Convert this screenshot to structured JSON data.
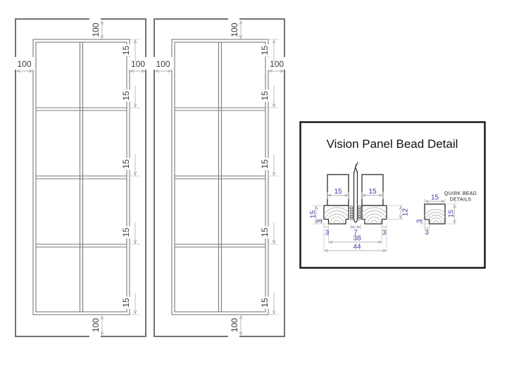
{
  "colors": {
    "dim_text_blue": "#39399b",
    "drawing_line": "#2b2b2b",
    "door_line": "#6b6b6b",
    "dim_line_gray": "#b6b6b6",
    "background": "#ffffff"
  },
  "doors": {
    "left": {
      "dim_top": "100",
      "dim_left": "100",
      "dim_right": "100",
      "dim_bottom": "100",
      "rail_dims": [
        "15",
        "15",
        "15",
        "15",
        "15"
      ]
    },
    "right": {
      "dim_top": "100",
      "dim_left": "100",
      "dim_right": "100",
      "dim_bottom": "100",
      "rail_dims": [
        "15",
        "15",
        "15",
        "15",
        "15"
      ]
    }
  },
  "detail": {
    "title": "Vision Panel Bead Detail",
    "stile_left_width": "15",
    "stile_right_width": "15",
    "bead_height": "15",
    "bead_notch_height": "3",
    "bead_inner_height": "12",
    "glass_gap": "7",
    "notch_width_left": "3",
    "notch_width_right": "3",
    "span_inner": "38",
    "span_total": "44",
    "quirk": {
      "label_line1": "QUIRK BEAD",
      "label_line2": "DETAILS",
      "width": "15",
      "height": "15",
      "notch_height": "3",
      "notch_width": "3"
    }
  }
}
